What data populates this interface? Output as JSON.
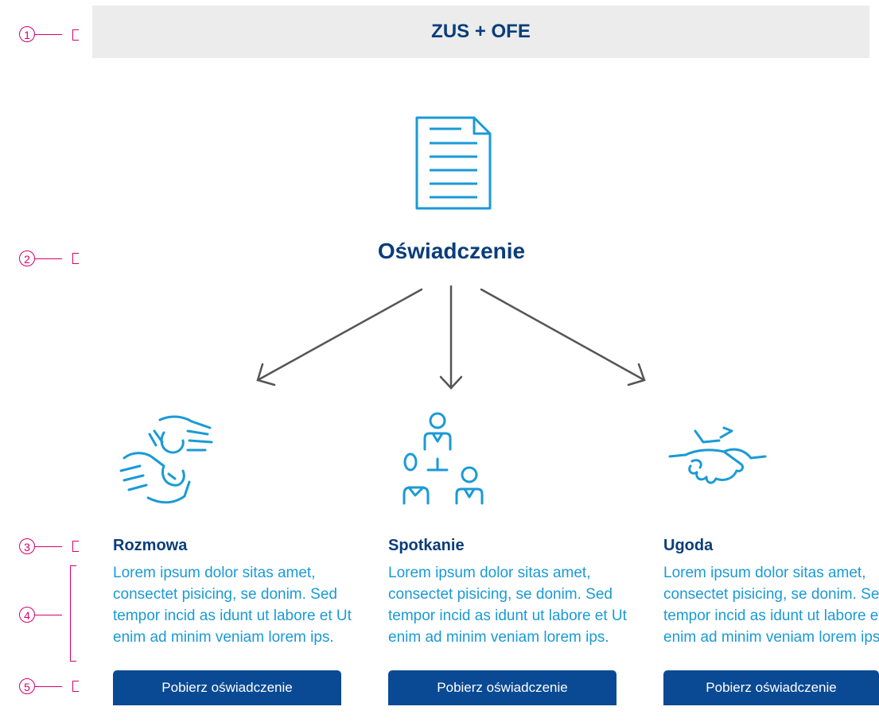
{
  "header": {
    "title": "ZUS + OFE"
  },
  "main": {
    "title": "Oświadczenie",
    "icon": "document-icon"
  },
  "markers": [
    "1",
    "2",
    "3",
    "4",
    "5"
  ],
  "columns": [
    {
      "title": "Rozmowa",
      "icon": "hands-gesture-icon",
      "text": "Lorem ipsum dolor sitas amet, consectet pisicing, se donim. Sed tempor incid as idunt ut labore et Ut enim ad minim veniam lorem ips.",
      "button": "Pobierz oświadczenie"
    },
    {
      "title": "Spotkanie",
      "icon": "people-meeting-icon",
      "text": "Lorem ipsum dolor sitas amet, consectet pisicing, se donim. Sed tempor incid as idunt ut labore et Ut enim ad minim veniam lorem ips.",
      "button": "Pobierz oświadczenie"
    },
    {
      "title": "Ugoda",
      "icon": "handshake-icon",
      "text": "Lorem ipsum dolor sitas amet, consectet pisicing, se donim. Sed tempor incid as idunt ut labore et Ut enim ad minim veniam lorem ips.",
      "button": "Pobierz oświadczenie"
    }
  ],
  "colors": {
    "brand_dark": "#0a3d7a",
    "brand_button": "#0a4a94",
    "accent_blue": "#1a9ad6",
    "annotation": "#d6006e",
    "header_bg": "#ececec"
  }
}
